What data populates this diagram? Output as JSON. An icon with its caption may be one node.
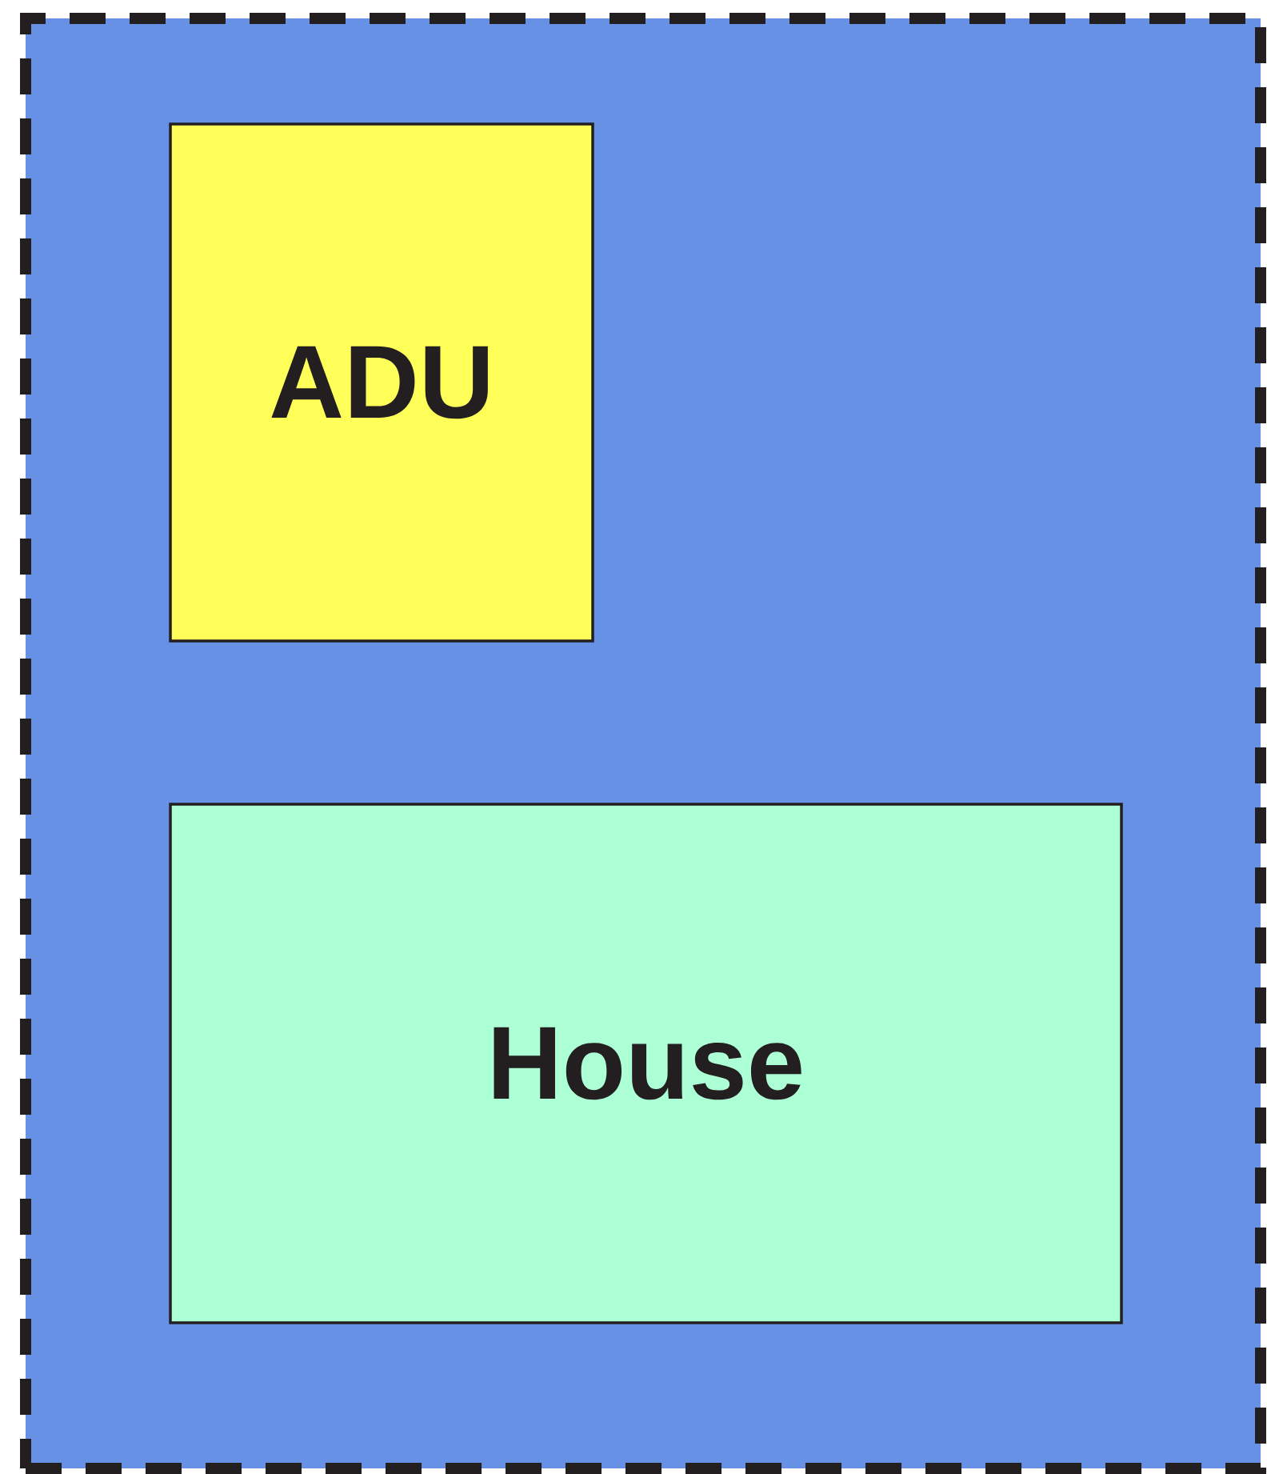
{
  "diagram": {
    "nodes": [
      {
        "text": [],
        "shape": "box"
      },
      {
        "text": [
          "ADU"
        ],
        "in": 0
      },
      {
        "text": [
          "House"
        ],
        "in": 0
      }
    ]
  }
}
